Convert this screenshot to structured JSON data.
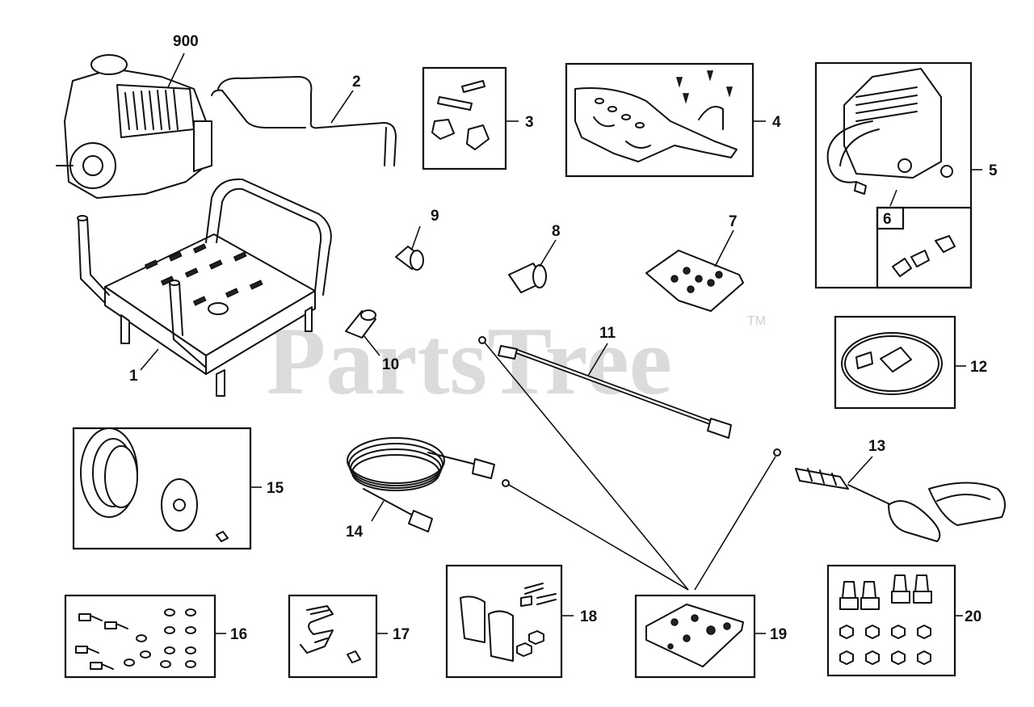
{
  "watermark": {
    "text": "PartsTree",
    "tm": "TM"
  },
  "callouts": {
    "p900": "900",
    "p1": "1",
    "p2": "2",
    "p3": "3",
    "p4": "4",
    "p5": "5",
    "p6": "6",
    "p7": "7",
    "p8": "8",
    "p9": "9",
    "p10": "10",
    "p11": "11",
    "p12": "12",
    "p13": "13",
    "p14": "14",
    "p15": "15",
    "p16": "16",
    "p17": "17",
    "p18": "18",
    "p19": "19",
    "p20": "20"
  },
  "colors": {
    "ink": "#111111",
    "watermark": "#cfcfcf",
    "background": "#ffffff"
  }
}
